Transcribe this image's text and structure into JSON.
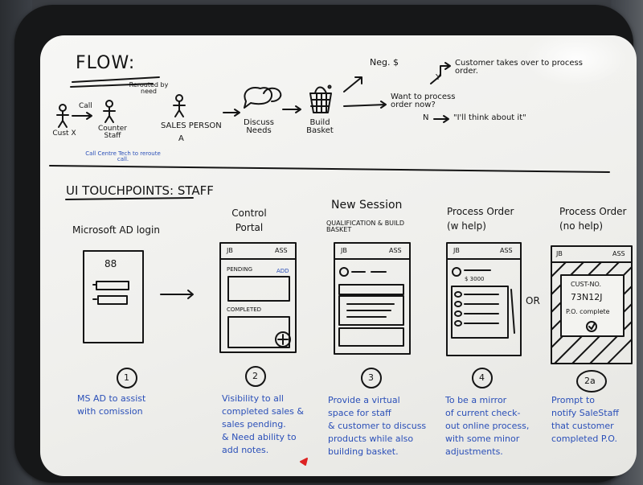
{
  "flow": {
    "title": "FLOW:",
    "cust": "Cust X",
    "call": "Call",
    "counter_staff": "Counter Staff",
    "rerouted": "Rerouted by need",
    "call_centre": "Call Centre Tech to reroute call.",
    "sales_person": "SALES PERSON",
    "sales_person_id": "A",
    "discuss": "Discuss Needs",
    "build": "Build Basket",
    "neg": "Neg. $",
    "want": "Want to process order now?",
    "yes": "Y",
    "customer_takes": "Customer takes over to process order.",
    "no": "N",
    "think": "\"I'll think about it\""
  },
  "touchpoints": {
    "heading": "UI TOUCHPOINTS: STAFF",
    "columns": [
      {
        "title": "Microsoft AD login",
        "num": "1",
        "note": "MS AD to assist\nwith comission"
      },
      {
        "title": "Control Portal",
        "num": "2",
        "note": "Visibility to all\ncompleted sales &\nsales pending.\n& Need ability to\nadd notes."
      },
      {
        "title": "New Session",
        "subtitle": "QUALIFICATION & BUILD BASKET",
        "num": "3",
        "note": "Provide a virtual\nspace for staff\n& customer to discuss\nproducts while also\nbuilding basket."
      },
      {
        "title": "Process Order (w help)",
        "num": "4",
        "note": "To be a mirror\nof current check-\nout online process,\nwith some minor\nadjustments."
      },
      {
        "title": "Process Order (no help)",
        "num": "2a",
        "note": "Prompt to\nnotify SaleStaff\nthat customer\ncompleted P.O."
      }
    ],
    "or_label": "OR"
  },
  "screens": {
    "jb": "JB",
    "ass": "ASS",
    "pending": "PENDING",
    "add": "ADD",
    "completed": "COMPLETED",
    "login_logo": "88",
    "dollar_amount": "$ 3000",
    "cust_no": "CUST-NO.",
    "cust_code": "73N12J",
    "po_complete": "P.O. complete"
  }
}
